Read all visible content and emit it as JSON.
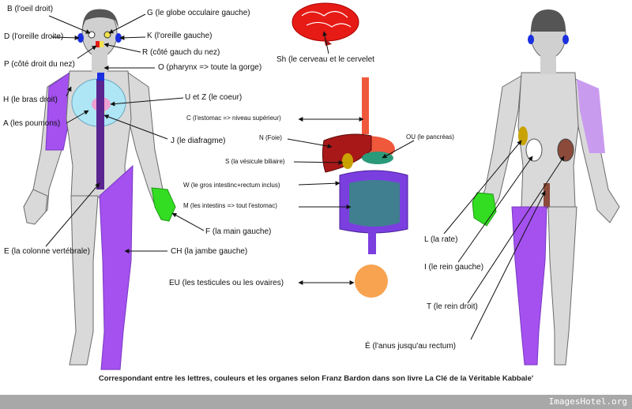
{
  "labels": {
    "b": "B (l'oeil droit)",
    "g": "G (le globe occulaire gauche)",
    "d": "D (l'oreille droite)",
    "k": "K (l'oreille gauche)",
    "r": "R (côté gauch du nez)",
    "p": "P (côté droit du nez)",
    "sh": "Sh (le cerveau et le cervelet",
    "o": "O (pharynx => toute la gorge)",
    "h": "H (le bras droit)",
    "uz": "U et Z (le coeur)",
    "c": "C (l'estomac => niveau supérieur)",
    "a": "A (les poumons)",
    "j": "J (le diafragme)",
    "n": "N (Foie)",
    "ou": "OU (le pancréas)",
    "s": "S (la vésicule biliaire)",
    "w": "W (le gros intestinc+rectum inclus)",
    "m": "M (les intestins => tout l'estomac)",
    "f": "F (la main gauche)",
    "l": "L (la rate)",
    "e": "E (la colonne vertébrale)",
    "ch": "CH (la jambe gauche)",
    "i": "I (le rein gauche)",
    "eu": "EU (les testicules ou les ovaires)",
    "t": "T (le rein droit)",
    "e_acute": "É (l'anus jusqu'au rectum)"
  },
  "caption": "Correspondant entre les lettres, couleurs et les organes selon Franz Bardon dans son livre La Clé de la Véritable Kabbale'",
  "watermark": "ImagesHotel.org",
  "colors": {
    "body_gray": "#d9d9d9",
    "outline": "#6a6a6a",
    "purple": "#a451f0",
    "violet": "#7b3fe0",
    "lavender": "#c99bef",
    "green": "#33dd22",
    "blue": "#1a2fe0",
    "lung_blue": "#aee6f5",
    "heart_pink": "#f0a0d0",
    "red": "#e61b16",
    "liver": "#a81818",
    "esophagus": "#f0583c",
    "teal": "#3f7f8f",
    "orange": "#f7a350",
    "spine": "#5a2590"
  }
}
